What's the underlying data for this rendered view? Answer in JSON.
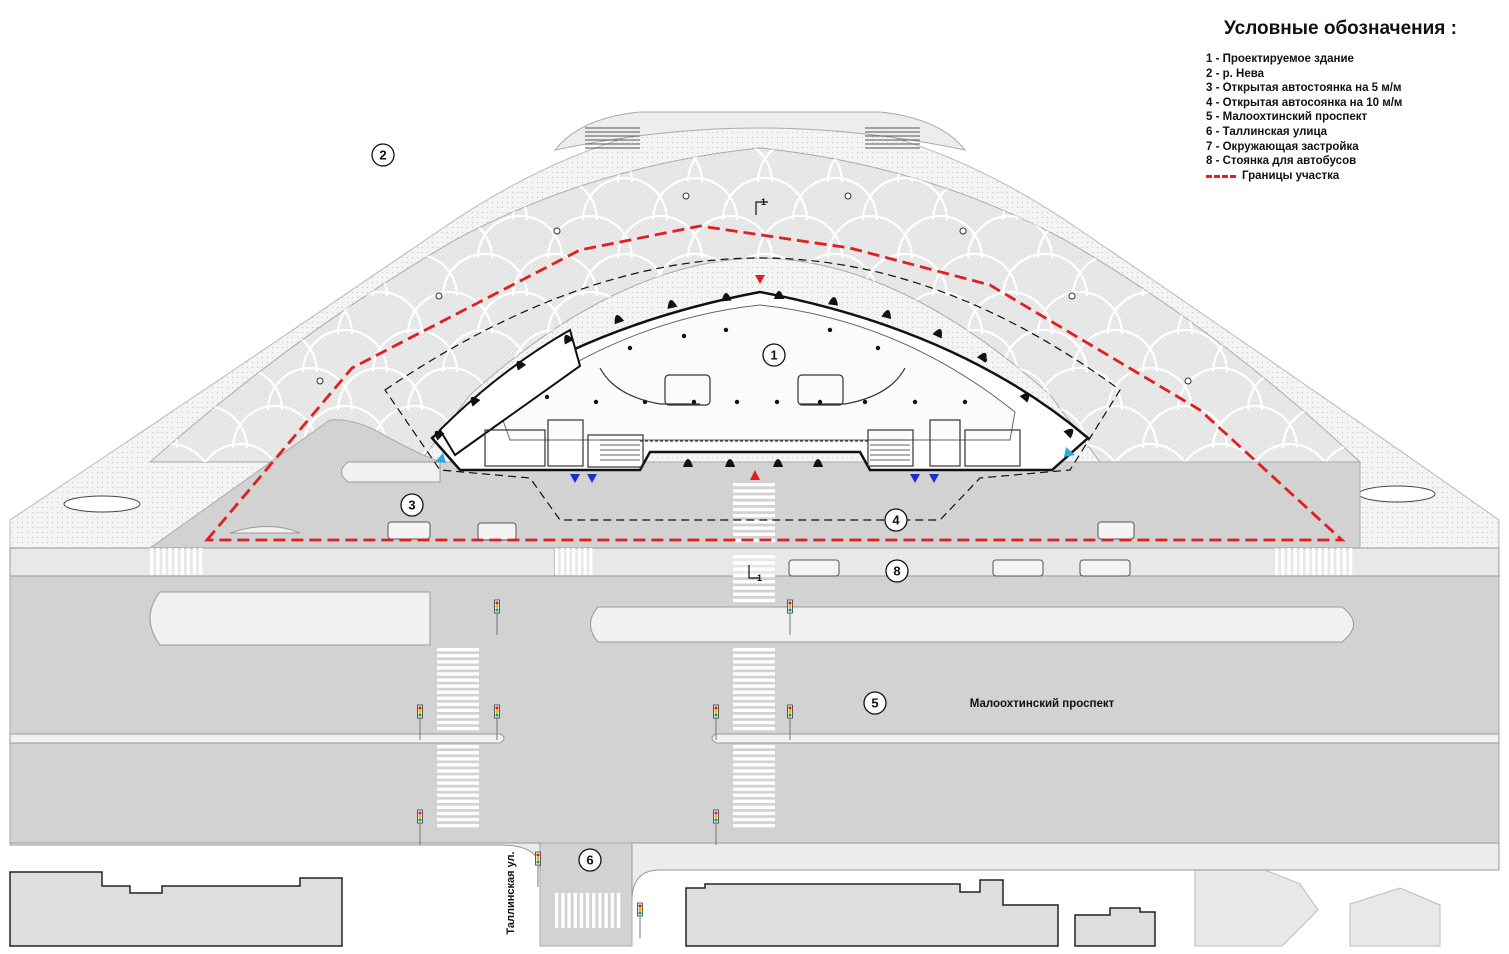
{
  "legend": {
    "title": "Условные обозначения :",
    "items": [
      "1 - Проектируемое здание",
      "2 - р. Нева",
      "3 - Открытая автостоянка на 5 м/м",
      "4 - Открытая автосоянка на 10 м/м",
      "5 - Малоохтинский проспект",
      "6 - Таллинская улица",
      "7 - Окружающая застройка",
      "8 - Стоянка для автобусов"
    ],
    "boundary_label": "Границы участка"
  },
  "callouts": {
    "c1": "1",
    "c2": "2",
    "c3": "3",
    "c4": "4",
    "c5": "5",
    "c6": "6",
    "c8": "8"
  },
  "street_labels": {
    "main_avenue": "Малоохтинский проспект",
    "side_street": "Таллинская ул."
  },
  "section_marks": {
    "top": "1",
    "bottom": "1"
  },
  "colors": {
    "boundary": "#e02020",
    "road": "#d2d2d2",
    "embankment": "#f3f3f3",
    "landscape": "#e6e6e6",
    "building_outline": "#111111",
    "arrow_red": "#e02020",
    "arrow_blue": "#1a2fd0",
    "arrow_cyan": "#2aa8e8"
  }
}
